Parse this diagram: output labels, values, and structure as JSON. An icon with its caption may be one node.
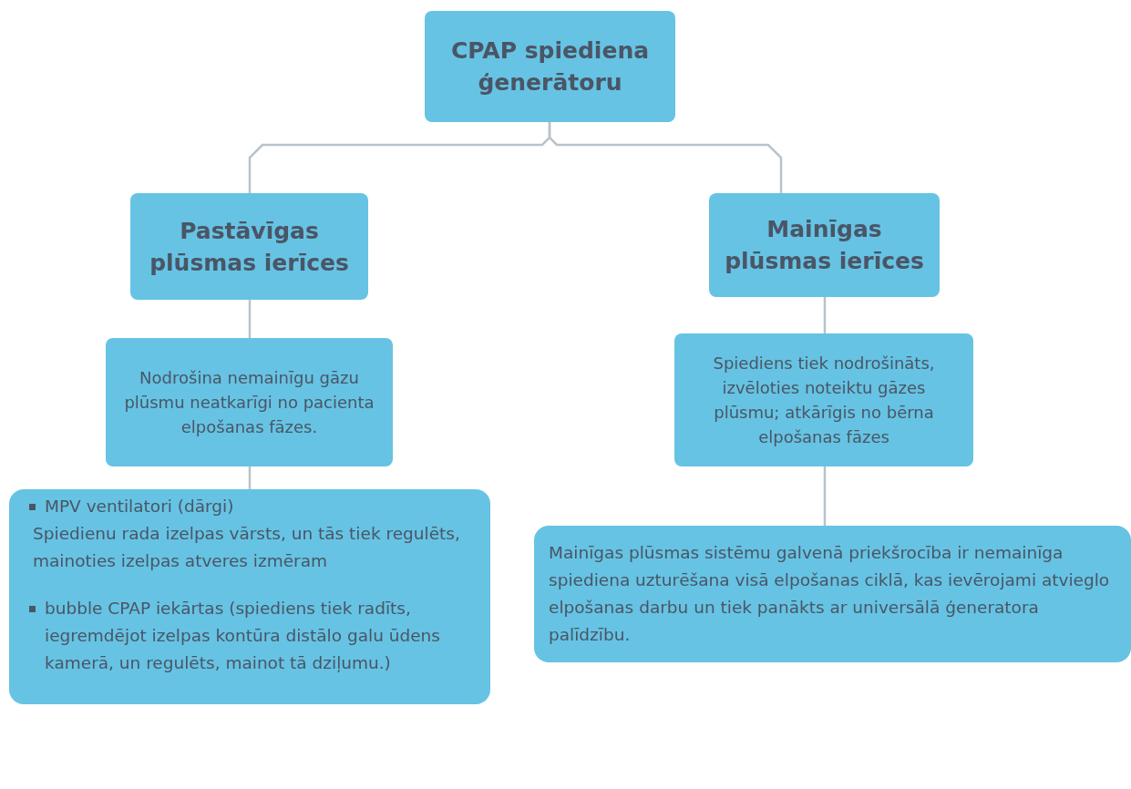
{
  "diagram": {
    "nodes": [
      {
        "text": [
          "CPAP  spiediena ģenerātoru"
        ]
      },
      {
        "text": [
          "Pastāvīgas plūsmas ierīces"
        ]
      },
      {
        "text": [
          "Mainīgas plūsmas ierīces"
        ]
      },
      {
        "text": [
          "Nodrošina nemainīgu gāzu plūsmu  neatkarīgi no pacienta elpošanas fāzes."
        ]
      },
      {
        "text": [
          "Spiediens tiek nodrošināts, izvēloties noteiktu gāzes plūsmu; atkārīgis no bērna elpošanas fāzes"
        ]
      },
      {
        "text": [
          "MPV ventilatori (dārgi)",
          "Spiedienu rada izelpas vārsts, un tās tiek regulēts, mainoties izelpas atveres izmēram",
          "bubble CPAP iekārtas (spiediens tiek radīts, iegremdējot izelpas kontūra distālo galu ūdens kamerā, un regulēts, mainot tā dziļumu.)"
        ]
      },
      {
        "text": [
          "Mainīgas plūsmas sistēmu galvenā priekšrocība ir nemainīga spiediena uzturēšana visā elpošanas ciklā, kas ievērojami atvieglo elpošanas darbu un tiek panākts ar universālā ģeneratora palīdzību."
        ]
      }
    ],
    "edges": [
      {
        "from": 0,
        "to": 1,
        "arrow": "none"
      },
      {
        "from": 0,
        "to": 2,
        "arrow": "none"
      },
      {
        "from": 1,
        "to": 3,
        "arrow": "none"
      },
      {
        "from": 3,
        "to": 5,
        "arrow": "none"
      },
      {
        "from": 2,
        "to": 4,
        "arrow": "none"
      },
      {
        "from": 4,
        "to": 6,
        "arrow": "none"
      }
    ]
  }
}
